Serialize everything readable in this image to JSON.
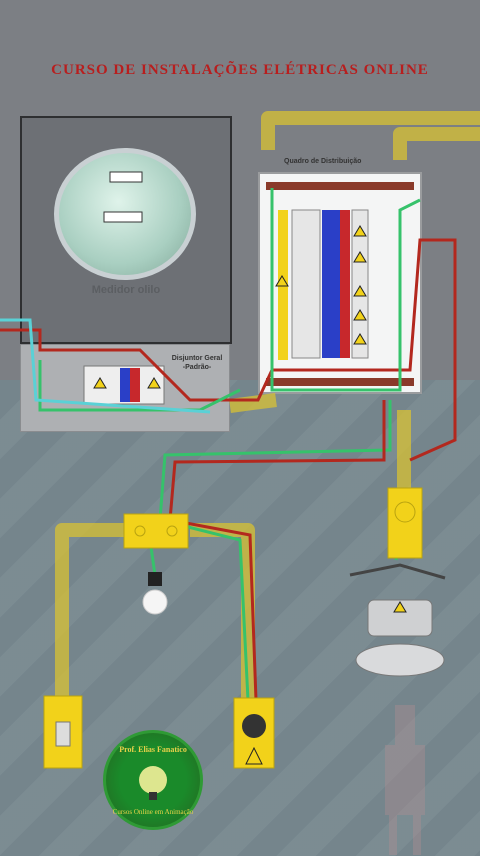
{
  "title": "CURSO DE INSTALAÇÕES ELÉTRICAS ONLINE",
  "meter": {
    "label": "Medidor olilo"
  },
  "main_breaker": {
    "label_line1": "Disjuntor Geral",
    "label_line2": "-Padrão-"
  },
  "panel": {
    "label": "Quadro de Distribuição"
  },
  "logo": {
    "line1": "Prof. Elias Fanatico",
    "line2": "Cursos Online em Animação"
  },
  "colors": {
    "conduit": "#d8c233",
    "wire_green": "#36c26b",
    "wire_red": "#b3281e",
    "box_yellow": "#f2d21a"
  }
}
